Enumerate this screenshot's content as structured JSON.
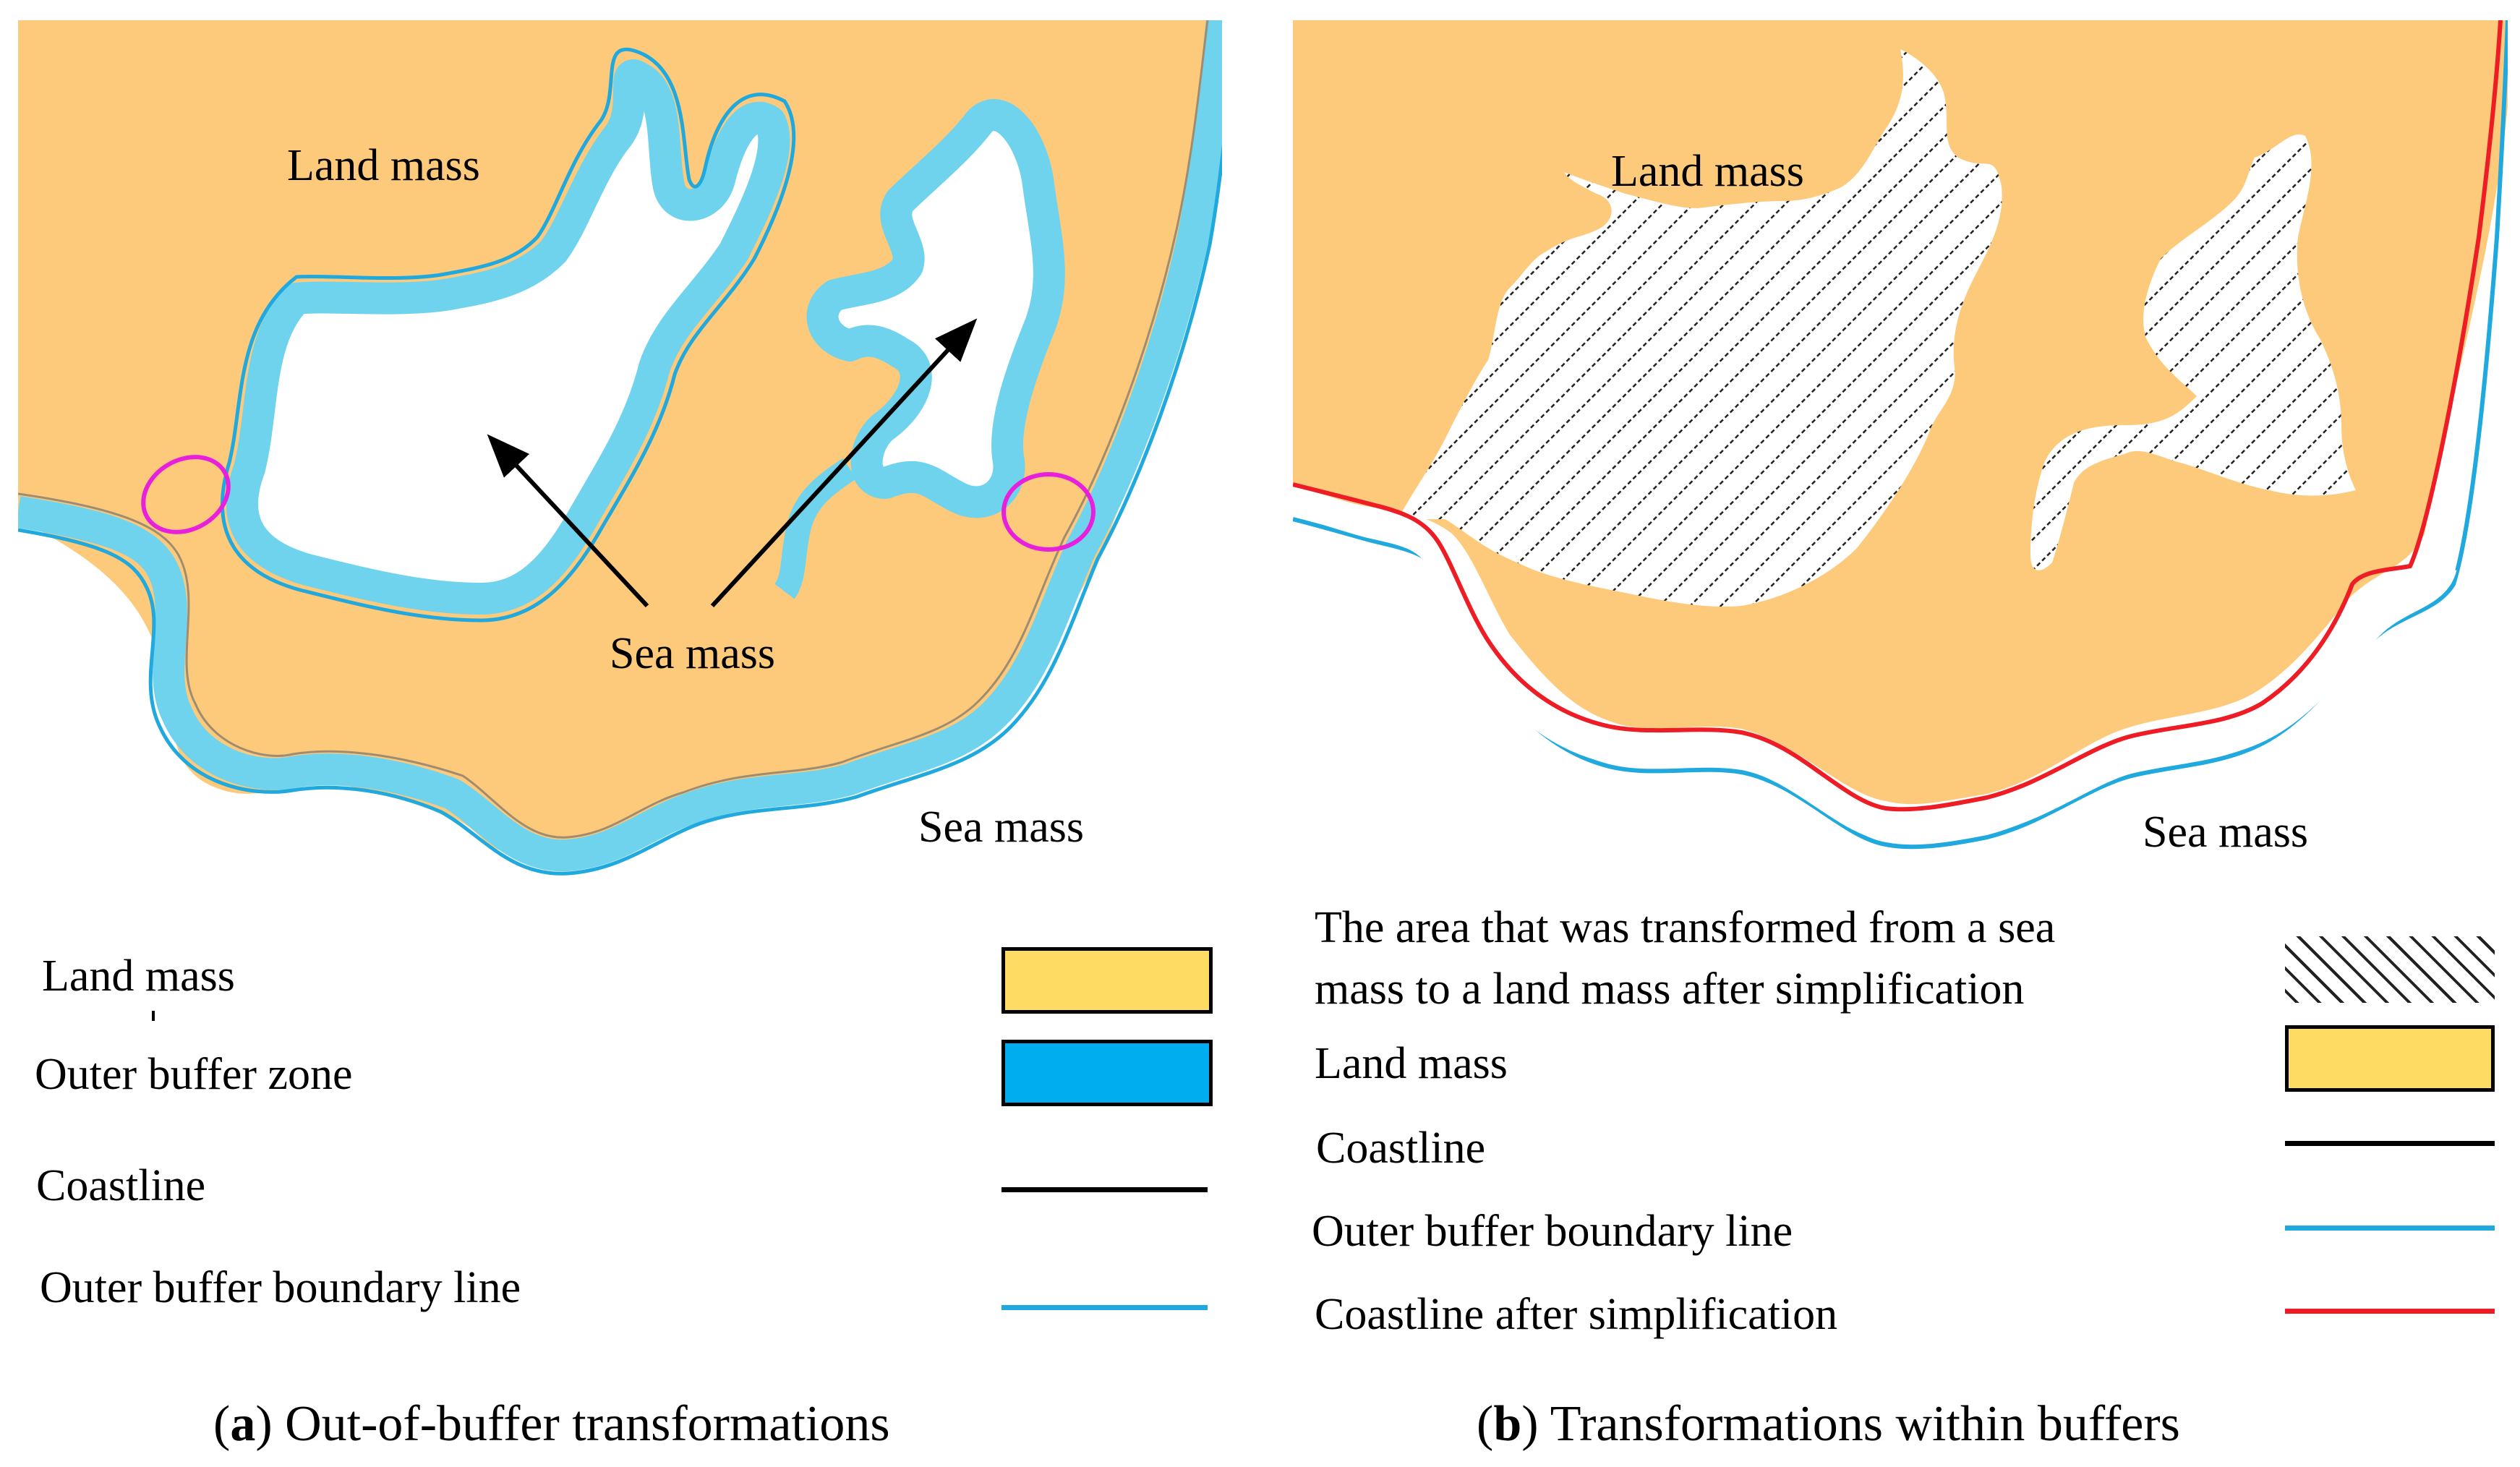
{
  "colors": {
    "land": "#fdc97a",
    "land_swatch": "#fedb62",
    "buffer": "#6fd3ee",
    "buffer_swatch": "#00adef",
    "buffer_line": "#1fa9de",
    "coastline": "#000000",
    "simplified": "#ee1c25",
    "ellipse": "#e81fdc",
    "sea": "#ffffff"
  },
  "panel_a": {
    "map_labels": {
      "land": "Land mass",
      "sea_inner": "Sea mass",
      "sea_outer": "Sea mass"
    },
    "legend": [
      {
        "label": "Land mass",
        "kind": "fill",
        "color": "#fedb62"
      },
      {
        "label": "Outer buffer zone",
        "kind": "fill",
        "color": "#00adef"
      },
      {
        "label": "Coastline",
        "kind": "line",
        "color": "#000000"
      },
      {
        "label": "Outer buffer boundary line",
        "kind": "line",
        "color": "#1fa9de"
      }
    ],
    "caption_letter": "a",
    "caption_text": "Out-of-buffer transformations"
  },
  "panel_b": {
    "map_labels": {
      "land": "Land mass",
      "sea_outer": "Sea mass"
    },
    "legend": [
      {
        "label": "The area that was transformed from a sea",
        "label2": "mass to a land mass after simplification",
        "kind": "hatch"
      },
      {
        "label": "Land mass",
        "kind": "fill",
        "color": "#fedb62"
      },
      {
        "label": "Coastline",
        "kind": "line",
        "color": "#000000"
      },
      {
        "label": "Outer buffer boundary line",
        "kind": "line",
        "color": "#1fa9de"
      },
      {
        "label": "Coastline after simplification",
        "kind": "line",
        "color": "#ee1c25"
      }
    ],
    "caption_letter": "b",
    "caption_text": "Transformations within buffers"
  }
}
